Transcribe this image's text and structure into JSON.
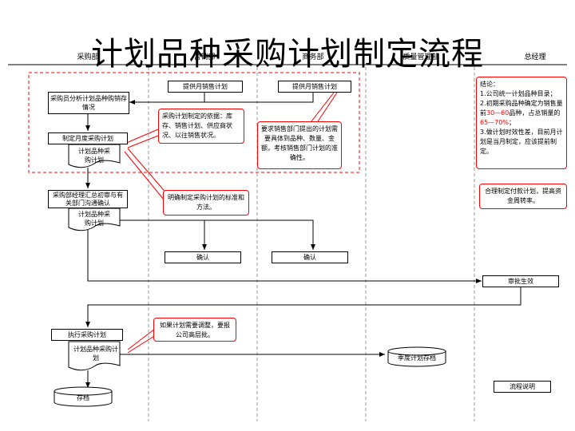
{
  "title": "计划品种采购计划制定流程",
  "lanes": [
    "采购部",
    "营销部",
    "商务部",
    "质量管理部",
    "总经理"
  ],
  "steps": {
    "s1": "提供月销售计划",
    "s2": "提供月销售计划",
    "s3": "采购员分析计划品种购销存情况",
    "s4": "制定月度采购计划",
    "s5": "计划品种采购计划",
    "s6": "采购部经理汇总初审与有关部门沟通确认",
    "s7": "计划品种采购计划",
    "s8": "确认",
    "s9": "确认",
    "s10": "审批生效",
    "s11": "执行采购计划",
    "s12": "计划品种采购计划",
    "s13": "季度计划存档",
    "s14": "存档",
    "s15": "流程说明"
  },
  "notes": {
    "n1": "采购计划制定的依据：库存、销售计划、供应商状况、以往销售状况。",
    "n2": "要求销售部门提出的计划需要具体到品种、数量、金额，考核销售部门计划的准确性。",
    "n3": "明确制定采购计划的标准和方法。",
    "n4": "如果计划需要调整，要报公司高层批。",
    "n5": "合理制定付款计划，提高资金周转率。"
  },
  "conclusion": {
    "title": "结论：",
    "l1": "1.公司统一计划品种目录；",
    "l2a": "2.初期采购品种确定为销售量前",
    "l2b": "30—60",
    "l2c": "品种，占总销量的",
    "l2d": "65—70%",
    "l2e": "；",
    "l3": "3.做计划时效性差，目前月计划是当月制定，应该提前制定。"
  },
  "colors": {
    "accent": "#ff0000",
    "line": "#000000"
  }
}
